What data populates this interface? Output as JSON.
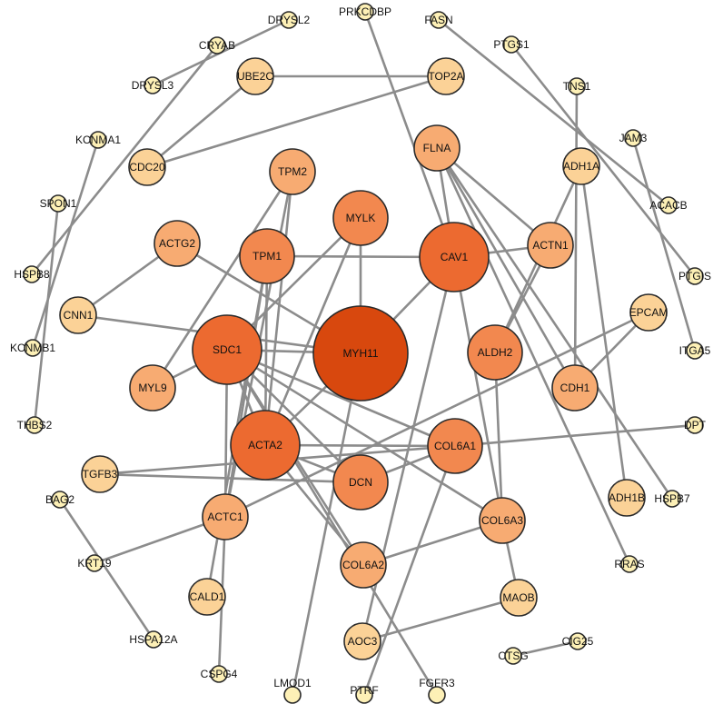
{
  "diagram": {
    "palette": {
      "tier1": "#d8480e",
      "tier2": "#ec6a30",
      "tier3": "#f2884f",
      "tier4": "#f7ab72",
      "tier5": "#fbd297",
      "tier6": "#fdf0b6",
      "edge": "#8c8c8c",
      "outline": "#2a2a2a",
      "background": "#ffffff"
    },
    "nodes": [
      {
        "id": "MYH11",
        "label": "MYH11",
        "tier": 1
      },
      {
        "id": "SDC1",
        "label": "SDC1",
        "tier": 2
      },
      {
        "id": "CAV1",
        "label": "CAV1",
        "tier": 2
      },
      {
        "id": "ACTA2",
        "label": "ACTA2",
        "tier": 2
      },
      {
        "id": "MYLK",
        "label": "MYLK",
        "tier": 3
      },
      {
        "id": "TPM1",
        "label": "TPM1",
        "tier": 3
      },
      {
        "id": "ALDH2",
        "label": "ALDH2",
        "tier": 3
      },
      {
        "id": "COL6A1",
        "label": "COL6A1",
        "tier": 3
      },
      {
        "id": "DCN",
        "label": "DCN",
        "tier": 3
      },
      {
        "id": "TPM2",
        "label": "TPM2",
        "tier": 4
      },
      {
        "id": "FLNA",
        "label": "FLNA",
        "tier": 4
      },
      {
        "id": "ACTG2",
        "label": "ACTG2",
        "tier": 4
      },
      {
        "id": "ACTN1",
        "label": "ACTN1",
        "tier": 4
      },
      {
        "id": "CDH1",
        "label": "CDH1",
        "tier": 4
      },
      {
        "id": "MYL9",
        "label": "MYL9",
        "tier": 4
      },
      {
        "id": "COL6A3",
        "label": "COL6A3",
        "tier": 4
      },
      {
        "id": "COL6A2",
        "label": "COL6A2",
        "tier": 4
      },
      {
        "id": "ACTC1",
        "label": "ACTC1",
        "tier": 4
      },
      {
        "id": "UBE2C",
        "label": "UBE2C",
        "tier": 5
      },
      {
        "id": "TOP2A",
        "label": "TOP2A",
        "tier": 5
      },
      {
        "id": "CDC20",
        "label": "CDC20",
        "tier": 5
      },
      {
        "id": "ADH1A",
        "label": "ADH1A",
        "tier": 5
      },
      {
        "id": "EPCAM",
        "label": "EPCAM",
        "tier": 5
      },
      {
        "id": "CNN1",
        "label": "CNN1",
        "tier": 5
      },
      {
        "id": "TGFB3",
        "label": "TGFB3",
        "tier": 5
      },
      {
        "id": "ADH1B",
        "label": "ADH1B",
        "tier": 5
      },
      {
        "id": "CALD1",
        "label": "CALD1",
        "tier": 5
      },
      {
        "id": "MAOB",
        "label": "MAOB",
        "tier": 5
      },
      {
        "id": "AOC3",
        "label": "AOC3",
        "tier": 5
      },
      {
        "id": "DRYSL2",
        "label": "DRYSL2",
        "tier": 6
      },
      {
        "id": "PRKCDBP",
        "label": "PRKCDBP",
        "tier": 6
      },
      {
        "id": "FASN",
        "label": "FASN",
        "tier": 6
      },
      {
        "id": "CRYAB",
        "label": "CRYAB",
        "tier": 6
      },
      {
        "id": "PTGS1",
        "label": "PTGS1",
        "tier": 6
      },
      {
        "id": "DRYSL3",
        "label": "DRYSL3",
        "tier": 6
      },
      {
        "id": "TNS1",
        "label": "TNS1",
        "tier": 6
      },
      {
        "id": "KCNMA1",
        "label": "KCNMA1",
        "tier": 6
      },
      {
        "id": "JAM3",
        "label": "JAM3",
        "tier": 6
      },
      {
        "id": "SPON1",
        "label": "SPON1",
        "tier": 6
      },
      {
        "id": "ACACB",
        "label": "ACACB",
        "tier": 6
      },
      {
        "id": "HSPB8",
        "label": "HSPB8",
        "tier": 6
      },
      {
        "id": "PTGIS",
        "label": "PTGIS",
        "tier": 6
      },
      {
        "id": "KCNMB1",
        "label": "KCNMB1",
        "tier": 6
      },
      {
        "id": "ITGA5",
        "label": "ITGA5",
        "tier": 6
      },
      {
        "id": "THBS2",
        "label": "THBS2",
        "tier": 6
      },
      {
        "id": "DPT",
        "label": "DPT",
        "tier": 6
      },
      {
        "id": "BAG2",
        "label": "BAG2",
        "tier": 6
      },
      {
        "id": "HSPB7",
        "label": "HSPB7",
        "tier": 6
      },
      {
        "id": "KRT19",
        "label": "KRT19",
        "tier": 6
      },
      {
        "id": "RRAS",
        "label": "RRAS",
        "tier": 6
      },
      {
        "id": "HSPA12A",
        "label": "HSPA12A",
        "tier": 6
      },
      {
        "id": "CIG25",
        "label": "CIG25",
        "tier": 6
      },
      {
        "id": "CSPG4",
        "label": "CSPG4",
        "tier": 6
      },
      {
        "id": "CTSG",
        "label": "CTSG",
        "tier": 6
      },
      {
        "id": "LMOD1",
        "label": "LMOD1",
        "tier": 6
      },
      {
        "id": "PTRF",
        "label": "PTRF",
        "tier": 6
      },
      {
        "id": "FGFR3",
        "label": "FGFR3",
        "tier": 6
      }
    ],
    "edges": [
      [
        "DRYSL2",
        "DRYSL3"
      ],
      [
        "CRYAB",
        "HSPB8"
      ],
      [
        "UBE2C",
        "TOP2A"
      ],
      [
        "UBE2C",
        "CDC20"
      ],
      [
        "TOP2A",
        "CDC20"
      ],
      [
        "KCNMA1",
        "KCNMB1"
      ],
      [
        "SPON1",
        "THBS2"
      ],
      [
        "FASN",
        "ACACB"
      ],
      [
        "PTGS1",
        "PTGIS"
      ],
      [
        "TNS1",
        "CDH1"
      ],
      [
        "JAM3",
        "ITGA5"
      ],
      [
        "ADH1A",
        "ADH1B"
      ],
      [
        "ADH1A",
        "ALDH2"
      ],
      [
        "EPCAM",
        "CDH1"
      ],
      [
        "EPCAM",
        "ACTC1"
      ],
      [
        "DPT",
        "COL6A1"
      ],
      [
        "BAG2",
        "HSPA12A"
      ],
      [
        "KRT19",
        "ACTC1"
      ],
      [
        "CIG25",
        "CTSG"
      ],
      [
        "PRKCDBP",
        "CAV1"
      ],
      [
        "MAOB",
        "COL6A3"
      ],
      [
        "MAOB",
        "AOC3"
      ],
      [
        "AOC3",
        "CAV1"
      ],
      [
        "PTRF",
        "COL6A1"
      ],
      [
        "FGFR3",
        "SDC1"
      ],
      [
        "CSPG4",
        "ACTC1"
      ],
      [
        "LMOD1",
        "MYH11"
      ],
      [
        "TGFB3",
        "DCN"
      ],
      [
        "CNN1",
        "MYH11"
      ],
      [
        "CNN1",
        "ACTG2"
      ],
      [
        "ACTG2",
        "MYH11"
      ],
      [
        "MYL9",
        "TPM2"
      ],
      [
        "MYL9",
        "SDC1"
      ],
      [
        "TPM2",
        "ACTA2"
      ],
      [
        "TPM2",
        "ACTC1"
      ],
      [
        "TPM1",
        "CAV1"
      ],
      [
        "TPM1",
        "ACTA2"
      ],
      [
        "TPM1",
        "ACTC1"
      ],
      [
        "TPM1",
        "CALD1"
      ],
      [
        "MYLK",
        "MYH11"
      ],
      [
        "MYLK",
        "ACTA2"
      ],
      [
        "MYLK",
        "SDC1"
      ],
      [
        "FLNA",
        "CAV1"
      ],
      [
        "FLNA",
        "ACTN1"
      ],
      [
        "FLNA",
        "CDH1"
      ],
      [
        "FLNA",
        "RRAS"
      ],
      [
        "FLNA",
        "HSPB7"
      ],
      [
        "ACTN1",
        "CAV1"
      ],
      [
        "ACTN1",
        "ALDH2"
      ],
      [
        "CAV1",
        "MYH11"
      ],
      [
        "CAV1",
        "COL6A3"
      ],
      [
        "ALDH2",
        "COL6A3"
      ],
      [
        "COL6A1",
        "DCN"
      ],
      [
        "COL6A1",
        "TGFB3"
      ],
      [
        "COL6A3",
        "COL6A2"
      ],
      [
        "COL6A3",
        "SDC1"
      ],
      [
        "SDC1",
        "MYH11"
      ],
      [
        "SDC1",
        "ACTA2"
      ],
      [
        "SDC1",
        "DCN"
      ],
      [
        "SDC1",
        "COL6A2"
      ],
      [
        "SDC1",
        "COL6A1"
      ],
      [
        "SDC1",
        "ACTC1"
      ],
      [
        "MYH11",
        "ACTA2"
      ],
      [
        "ACTA2",
        "COL6A2"
      ],
      [
        "ACTA2",
        "COL6A1"
      ],
      [
        "ACTA2",
        "DCN"
      ]
    ]
  }
}
